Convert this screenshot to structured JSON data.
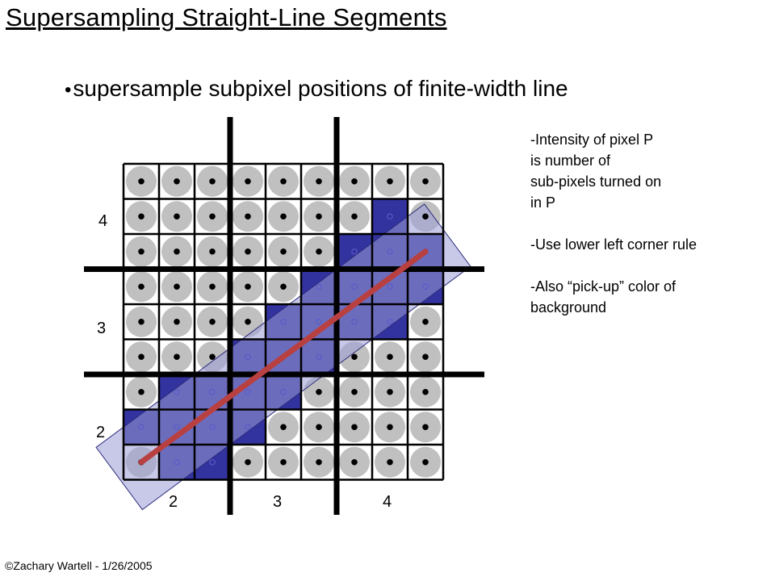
{
  "slide": {
    "title": "Supersampling Straight-Line Segments",
    "bullet_glyph": "•",
    "bullet": "supersample subpixel positions of finite-width line",
    "notes": [
      [
        "-Intensity of pixel P",
        "is number of",
        "sub-pixels turned on",
        "in P"
      ],
      [
        "-Use lower left corner rule"
      ],
      [
        "-Also “pick-up” color of",
        "background"
      ]
    ],
    "footer": "©Zachary Wartell - 1/26/2005"
  },
  "figure": {
    "columns": 9,
    "rows": 9,
    "pixel_span": 3,
    "x_labels": [
      "2",
      "3",
      "4"
    ],
    "y_labels": [
      "4",
      "3",
      "2"
    ],
    "filled_cells": [
      [
        7,
        1
      ],
      [
        6,
        2
      ],
      [
        7,
        2
      ],
      [
        8,
        2
      ],
      [
        5,
        3
      ],
      [
        6,
        3
      ],
      [
        7,
        3
      ],
      [
        8,
        3
      ],
      [
        4,
        4
      ],
      [
        5,
        4
      ],
      [
        6,
        4
      ],
      [
        7,
        4
      ],
      [
        3,
        5
      ],
      [
        4,
        5
      ],
      [
        5,
        5
      ],
      [
        1,
        6
      ],
      [
        2,
        6
      ],
      [
        3,
        6
      ],
      [
        4,
        6
      ],
      [
        0,
        7
      ],
      [
        1,
        7
      ],
      [
        2,
        7
      ],
      [
        3,
        7
      ],
      [
        1,
        8
      ],
      [
        2,
        8
      ]
    ],
    "colors": {
      "cell_fill": "#3333a0",
      "cell_background": "#ffffff",
      "sample_disc": "#c0c0c0",
      "sample_dot": "#000000",
      "band_fill": "#9a9ad6",
      "center_line": "#b84040",
      "grid": "#000000"
    }
  }
}
